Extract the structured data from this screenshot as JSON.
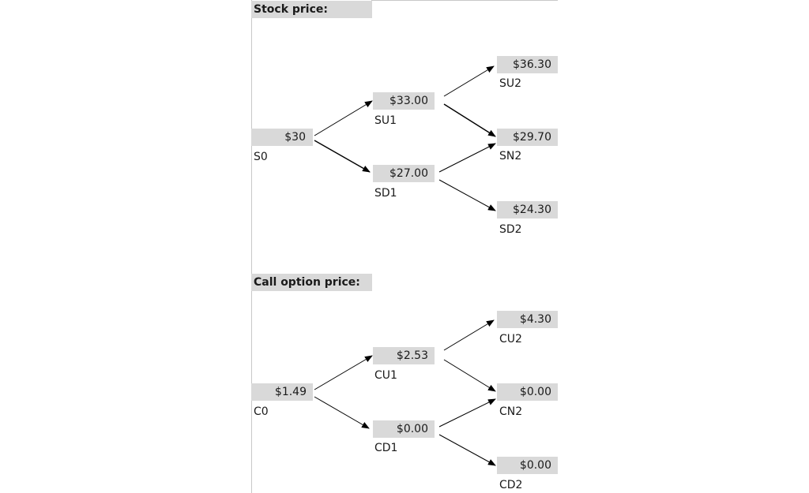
{
  "stock": {
    "header": "Stock price:",
    "S0": {
      "value": "$30",
      "label": "S0"
    },
    "SU1": {
      "value": "$33.00",
      "label": "SU1"
    },
    "SD1": {
      "value": "$27.00",
      "label": "SD1"
    },
    "SU2": {
      "value": "$36.30",
      "label": "SU2"
    },
    "SN2": {
      "value": "$29.70",
      "label": "SN2"
    },
    "SD2": {
      "value": "$24.30",
      "label": "SD2"
    }
  },
  "call": {
    "header": "Call option price:",
    "C0": {
      "value": "$1.49",
      "label": "C0"
    },
    "CU1": {
      "value": "$2.53",
      "label": "CU1"
    },
    "CD1": {
      "value": "$0.00",
      "label": "CD1"
    },
    "CU2": {
      "value": "$4.30",
      "label": "CU2"
    },
    "CN2": {
      "value": "$0.00",
      "label": "CN2"
    },
    "CD2": {
      "value": "$0.00",
      "label": "CD2"
    }
  },
  "colors": {
    "cell_fill": "#d9d9d9",
    "arrow": "#000000"
  }
}
